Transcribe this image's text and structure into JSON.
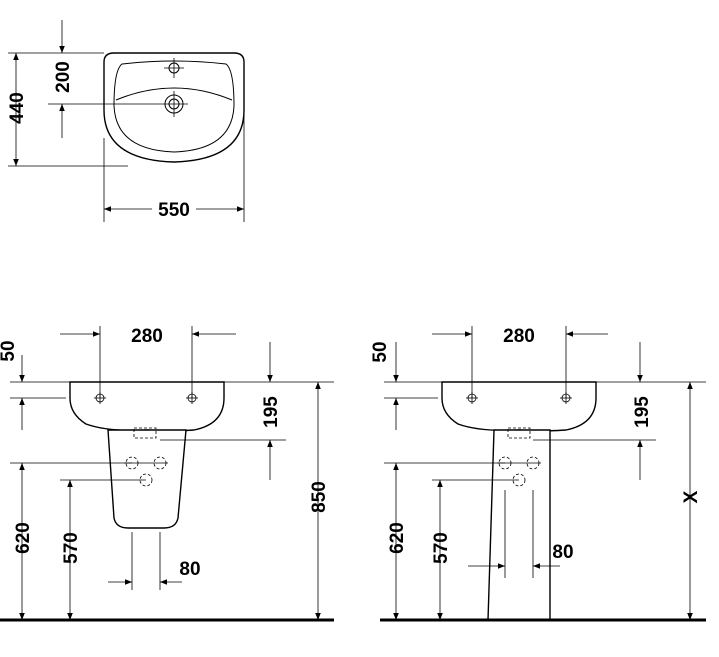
{
  "top_view": {
    "dim_depth_total": "440",
    "dim_tap_hole": "200",
    "dim_width": "550"
  },
  "front_view_half_pedestal": {
    "dim_tap_spacing": "280",
    "dim_top_offset": "50",
    "dim_drain": "195",
    "dim_overall_height": "850",
    "dim_rim_height": "620",
    "dim_waste_height": "570",
    "dim_waste_width": "80"
  },
  "front_view_full_pedestal": {
    "dim_tap_spacing": "280",
    "dim_top_offset": "50",
    "dim_drain": "195",
    "dim_variable_height": "X",
    "dim_rim_height": "620",
    "dim_waste_height": "570",
    "dim_waste_width": "80"
  }
}
